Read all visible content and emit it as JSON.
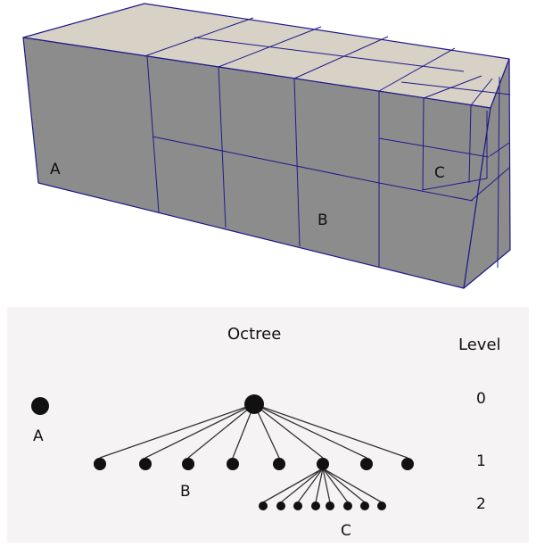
{
  "box": {
    "labels": {
      "a": "A",
      "b": "B",
      "c": "C"
    },
    "colors": {
      "face": "#8c8c8c",
      "top": "#d7d1c6",
      "edge": "#1f1a8a"
    }
  },
  "tree": {
    "title": "Octree",
    "level_header": "Level",
    "levels": [
      "0",
      "1",
      "2"
    ],
    "labels": {
      "a": "A",
      "b": "B",
      "c": "C"
    },
    "level1_count": 8,
    "level2_count": 8,
    "colors": {
      "panel": "#f5f3f4",
      "node": "#111111",
      "edge": "#333333"
    }
  }
}
